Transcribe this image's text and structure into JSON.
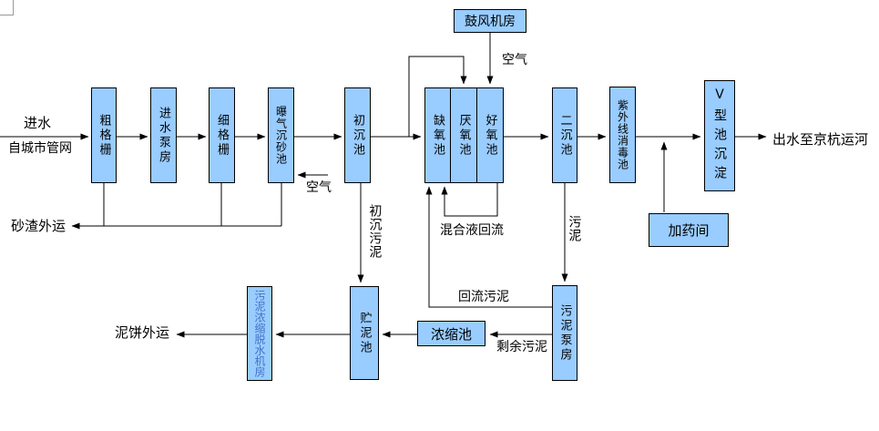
{
  "boxes": {
    "coarse_screen": "粗格栅",
    "inlet_pump": "进水泵房",
    "fine_screen": "细格栅",
    "grit_chamber": "曝气沉砂池",
    "primary_tank": "初沉池",
    "anoxic_tank": "缺氧池",
    "anaerobic_tank": "厌氧池",
    "aerobic_tank": "好氧池",
    "secondary_tank": "二沉池",
    "uv_tank": "紫外线消毒池",
    "v_tank": "V型池沉淀",
    "blower_room": "鼓风机房",
    "dosing_room": "加药间",
    "thickening_tank": "浓缩池",
    "sludge_pump": "污泥泵房",
    "sludge_storage": "贮泥池",
    "dewatering_room": "污泥浓缩脱水机房"
  },
  "labels": {
    "inflow": "进水",
    "inflow_source": "自城市管网",
    "sand_out": "砂渣外运",
    "air_grit": "空气",
    "air_blower": "空气",
    "primary_sludge": "初沉污泥",
    "mixed_liquor_return": "混合液回流",
    "sludge": "污泥",
    "return_sludge": "回流污泥",
    "surplus_sludge": "剩余污泥",
    "cake_out": "泥饼外运",
    "outflow": "出水至京杭运河"
  },
  "colors": {
    "box_fill": "#99CCFF",
    "box_border": "#000000",
    "connector": "#000000",
    "dewatering_text": "#4472C4",
    "placeholder_border": "#999999"
  }
}
